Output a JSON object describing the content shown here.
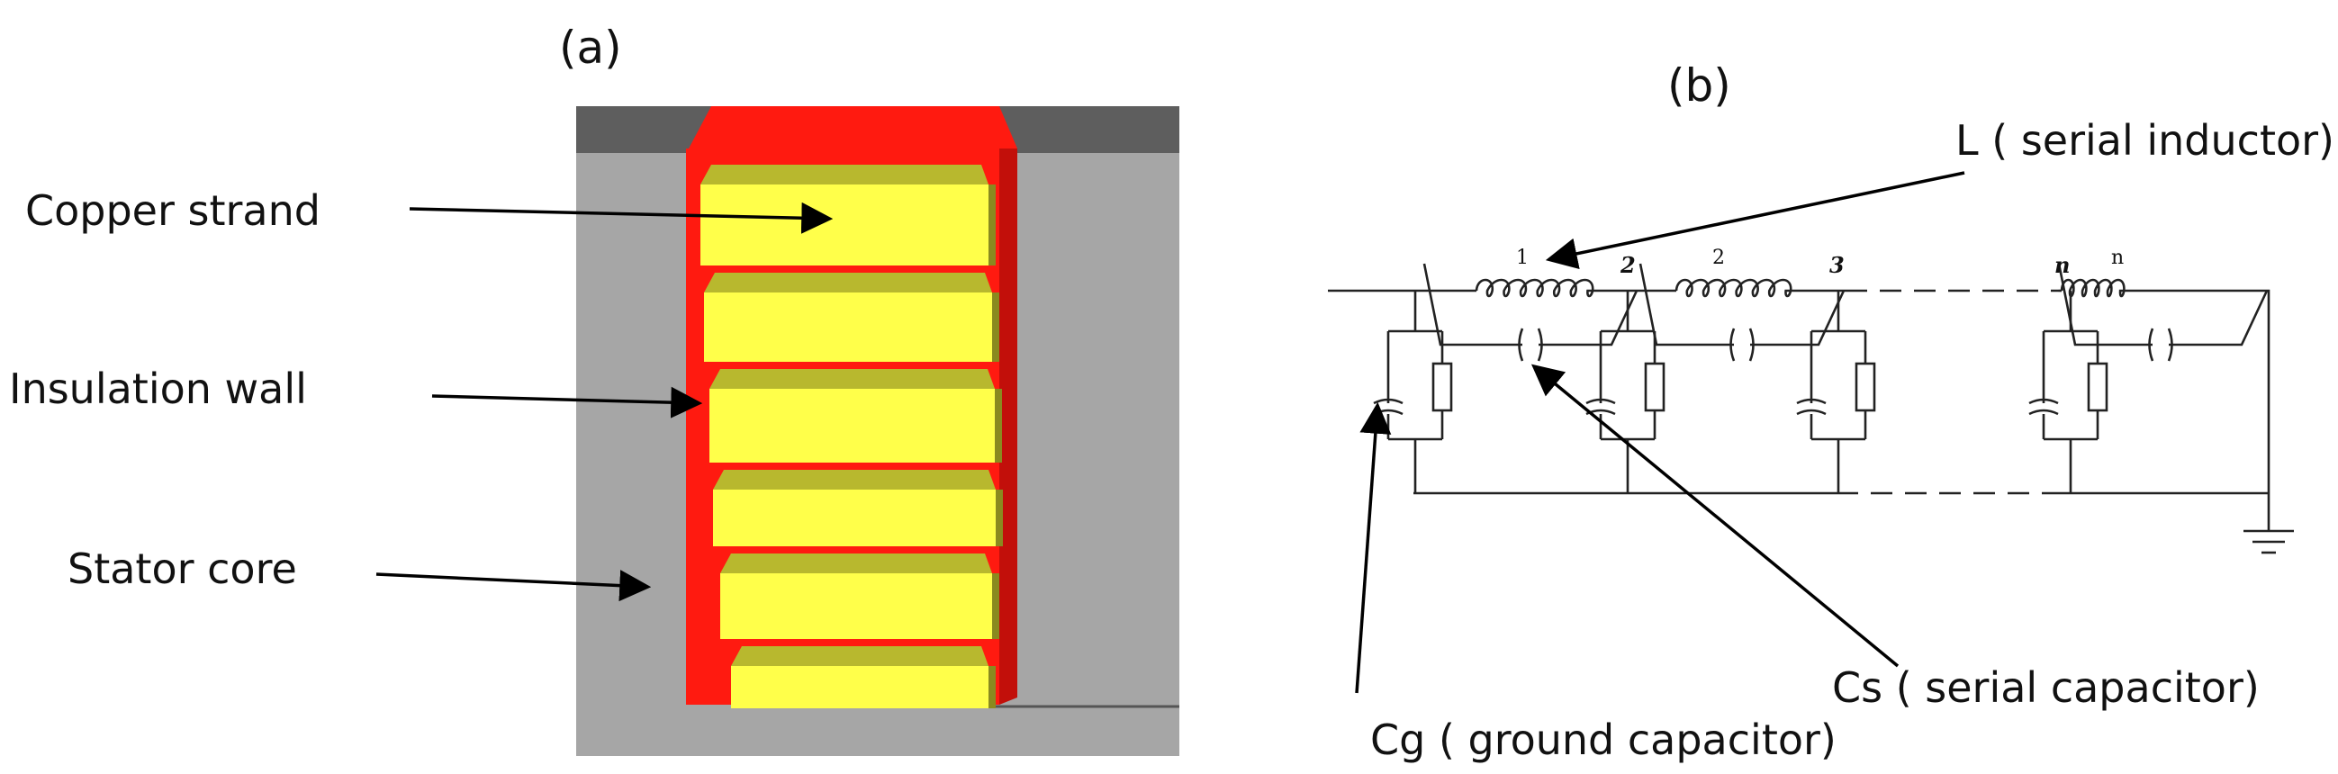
{
  "panel_a": {
    "label": "(a)",
    "callouts": {
      "copper_strand": "Copper strand",
      "insulation_wall": "Insulation wall",
      "stator_core": "Stator core"
    },
    "colors": {
      "copper_strand": "#ffff4a",
      "copper_top_face": "#b8b82e",
      "insulation": "#ff1a10",
      "stator_core": "#a6a6a6",
      "stator_edge": "#5e5e5e"
    },
    "strand_count": 6
  },
  "panel_b": {
    "label": "(b)",
    "callouts": {
      "serial_inductor": "L ( serial inductor)",
      "serial_capacitor": "Cs ( serial capacitor)",
      "ground_capacitor": "Cg ( ground capacitor)"
    },
    "node_labels": [
      "2",
      "3",
      "n"
    ],
    "coil_labels": [
      "1",
      "2",
      "n"
    ]
  }
}
